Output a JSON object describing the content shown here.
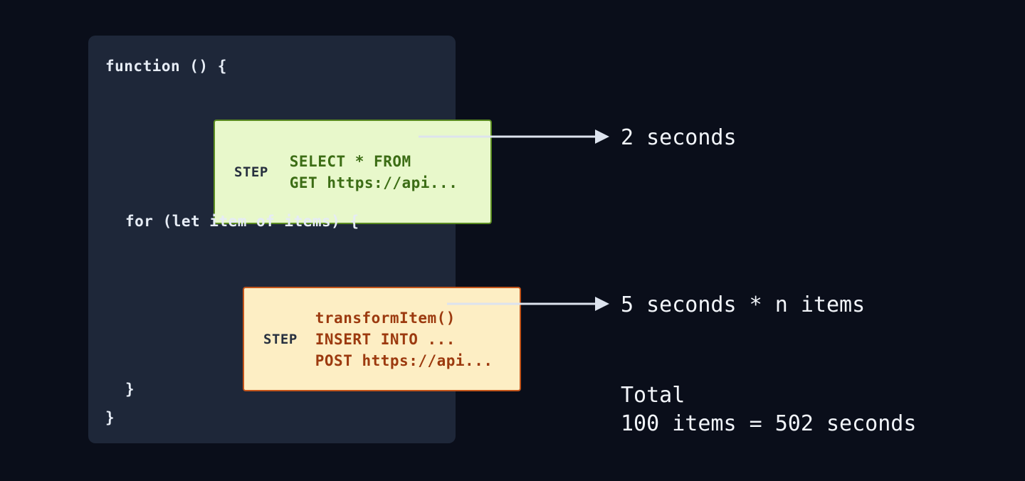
{
  "theme": {
    "page_background": "#0a0e1a",
    "card_background": "#1e2739",
    "code_text": "#e6ecf5",
    "annotation_text": "#f2f5fa",
    "arrow_color": "#dde3ee",
    "green_step_fill": "#e8f8cb",
    "green_step_border": "#5b8c21",
    "green_step_text": "#3c6d15",
    "orange_step_fill": "#fdeec4",
    "orange_step_border": "#c2541a",
    "orange_step_text": "#9c3a0f",
    "step_tag_text": "#27303f"
  },
  "code_card": {
    "lines": {
      "function_open": "function () {",
      "for_open": "for (let item of items) {",
      "for_close": "}",
      "function_close": "}"
    }
  },
  "steps": [
    {
      "tag": "STEP",
      "variant": "green",
      "code_lines": [
        "SELECT * FROM",
        "GET https://api..."
      ],
      "code_text": "SELECT * FROM\nGET https://api..."
    },
    {
      "tag": "STEP",
      "variant": "orange",
      "code_lines": [
        "transformItem()",
        "INSERT INTO ...",
        "POST https://api..."
      ],
      "code_text": "transformItem()\nINSERT INTO ...\nPOST https://api..."
    }
  ],
  "annotations": [
    {
      "label": "2 seconds"
    },
    {
      "label": "5 seconds * n items"
    }
  ],
  "total": {
    "heading": "Total",
    "value": "100 items = 502 seconds"
  }
}
